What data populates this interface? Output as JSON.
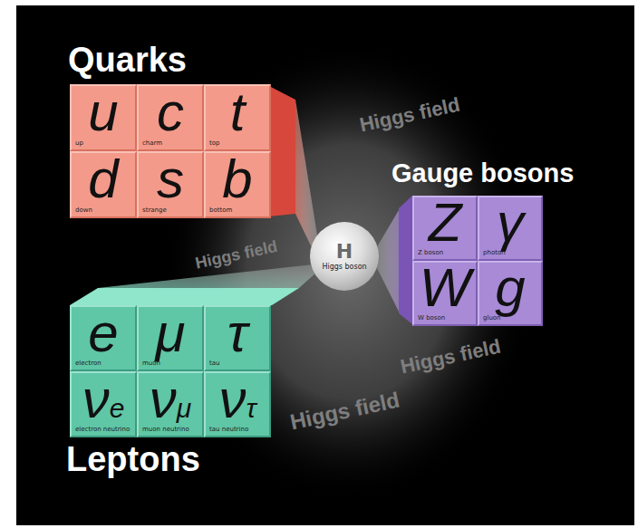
{
  "diagram": {
    "nodes": [
      {
        "text": [
          "u",
          "up"
        ]
      },
      {
        "text": [
          "c",
          "charm"
        ]
      },
      {
        "text": [
          "t",
          "top"
        ]
      },
      {
        "text": [
          "d",
          "down"
        ]
      },
      {
        "text": [
          "s",
          "strange"
        ]
      },
      {
        "text": [
          "b",
          "bottom"
        ]
      },
      {
        "text": [
          "Z",
          "Z boson"
        ]
      },
      {
        "text": [
          "γ",
          "photon"
        ]
      },
      {
        "text": [
          "W",
          "W boson"
        ]
      },
      {
        "text": [
          "g",
          "gluon"
        ]
      },
      {
        "text": [
          "H",
          "Higgs boson"
        ]
      },
      {
        "text": [
          "e",
          "electron"
        ]
      },
      {
        "text": [
          "μ",
          "muon"
        ]
      },
      {
        "text": [
          "τ",
          "tau"
        ]
      },
      {
        "text": [
          "νe",
          "electron neutrino"
        ]
      },
      {
        "text": [
          "νμ",
          "muon neutrino"
        ]
      },
      {
        "text": [
          "ντ",
          "tau neutrino"
        ]
      }
    ],
    "labels": [
      "Quarks",
      "Gauge bosons",
      "Leptons",
      "Higgs field",
      "Higgs field",
      "Higgs field",
      "Higgs field"
    ]
  }
}
